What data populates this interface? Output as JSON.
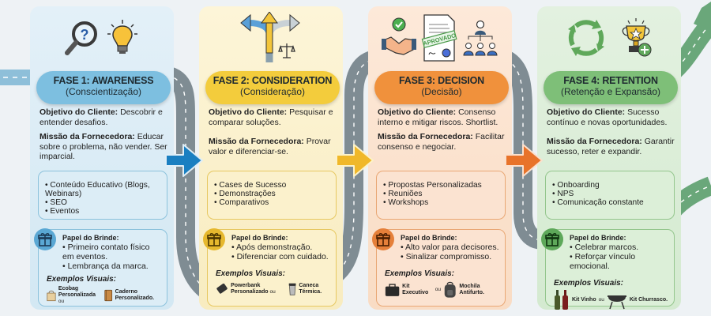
{
  "diagram": {
    "phases": [
      {
        "title": "FASE 1: AWARENESS",
        "subtitle": "(Conscientização)",
        "color": "#7dbfe0",
        "icons": [
          "magnifier-question-icon",
          "lightbulb-icon"
        ],
        "objective_label": "Objetivo do Cliente:",
        "objective": "Descobrir e entender desafios.",
        "mission_label": "Missão da Fornecedora:",
        "mission": "Educar sobre o problema, não vender. Ser imparcial.",
        "tactics": [
          "Conteúdo Educativo (Blogs, Webinars)",
          "SEO",
          "Eventos"
        ],
        "gift_title": "Papel do Brinde:",
        "gift_roles": [
          "Primeiro contato físico em eventos.",
          "Lembrança da marca."
        ],
        "examples_title": "Exemplos Visuais:",
        "example_a": "Ecobag Personalizada",
        "connector": "ou",
        "example_b": "Caderno Personalizado."
      },
      {
        "title": "FASE 2: CONSIDERATION",
        "subtitle": "(Consideração)",
        "color": "#f3cc3c",
        "icons": [
          "crossroads-arrows-icon",
          "scales-icon"
        ],
        "objective_label": "Objetivo do Cliente:",
        "objective": "Pesquisar e comparar soluções.",
        "mission_label": "Missão da Fornecedora:",
        "mission": "Provar valor e diferenciar-se.",
        "tactics": [
          "Cases de Sucesso",
          "Demonstrações",
          "Comparativos"
        ],
        "gift_title": "Papel do Brinde:",
        "gift_roles": [
          "Após demonstração.",
          "Diferenciar com cuidado."
        ],
        "examples_title": "Exemplos Visuais:",
        "example_a": "Powerbank Personalizado",
        "connector": "ou",
        "example_b": "Caneca Térmica."
      },
      {
        "title": "FASE 3: DECISION",
        "subtitle": "(Decisão)",
        "color": "#f0913c",
        "icons": [
          "handshake-check-icon",
          "approved-document-icon",
          "org-chart-icon"
        ],
        "stamp_text": "APROVADO",
        "objective_label": "Objetivo do Cliente:",
        "objective": "Consenso interno e mitigar riscos. Shortlist.",
        "mission_label": "Missão da Fornecedora:",
        "mission": "Facilitar consenso e negociar.",
        "tactics": [
          "Propostas Personalizadas",
          "Reuniões",
          "Workshops"
        ],
        "gift_title": "Papel do Brinde:",
        "gift_roles": [
          "Alto valor para decisores.",
          "Sinalizar compromisso."
        ],
        "examples_title": "Exemplos Visuais:",
        "example_a": "Kit Executivo",
        "connector": "ou",
        "example_b": "Mochila Antifurto."
      },
      {
        "title": "FASE 4: RETENTION",
        "subtitle": "(Retenção e Expansão)",
        "color": "#7ebf78",
        "icons": [
          "cycle-arrows-icon",
          "trophy-plus-icon"
        ],
        "objective_label": "Objetivo do Cliente:",
        "objective": "Sucesso contínuo e novas oportunidades.",
        "mission_label": "Missão da Fornecedora:",
        "mission": "Garantir sucesso, reter e expandir.",
        "tactics": [
          "Onboarding",
          "NPS",
          "Comunicação constante"
        ],
        "gift_title": "Papel do Brinde:",
        "gift_roles": [
          "Celebrar marcos.",
          "Reforçar vínculo emocional."
        ],
        "examples_title": "Exemplos Visuais:",
        "example_a": "Kit Vinho",
        "connector": "ou",
        "example_b": "Kit Churrasco."
      }
    ],
    "arrow_colors": [
      "#1a7fc1",
      "#f0b82a",
      "#e8732a"
    ]
  }
}
